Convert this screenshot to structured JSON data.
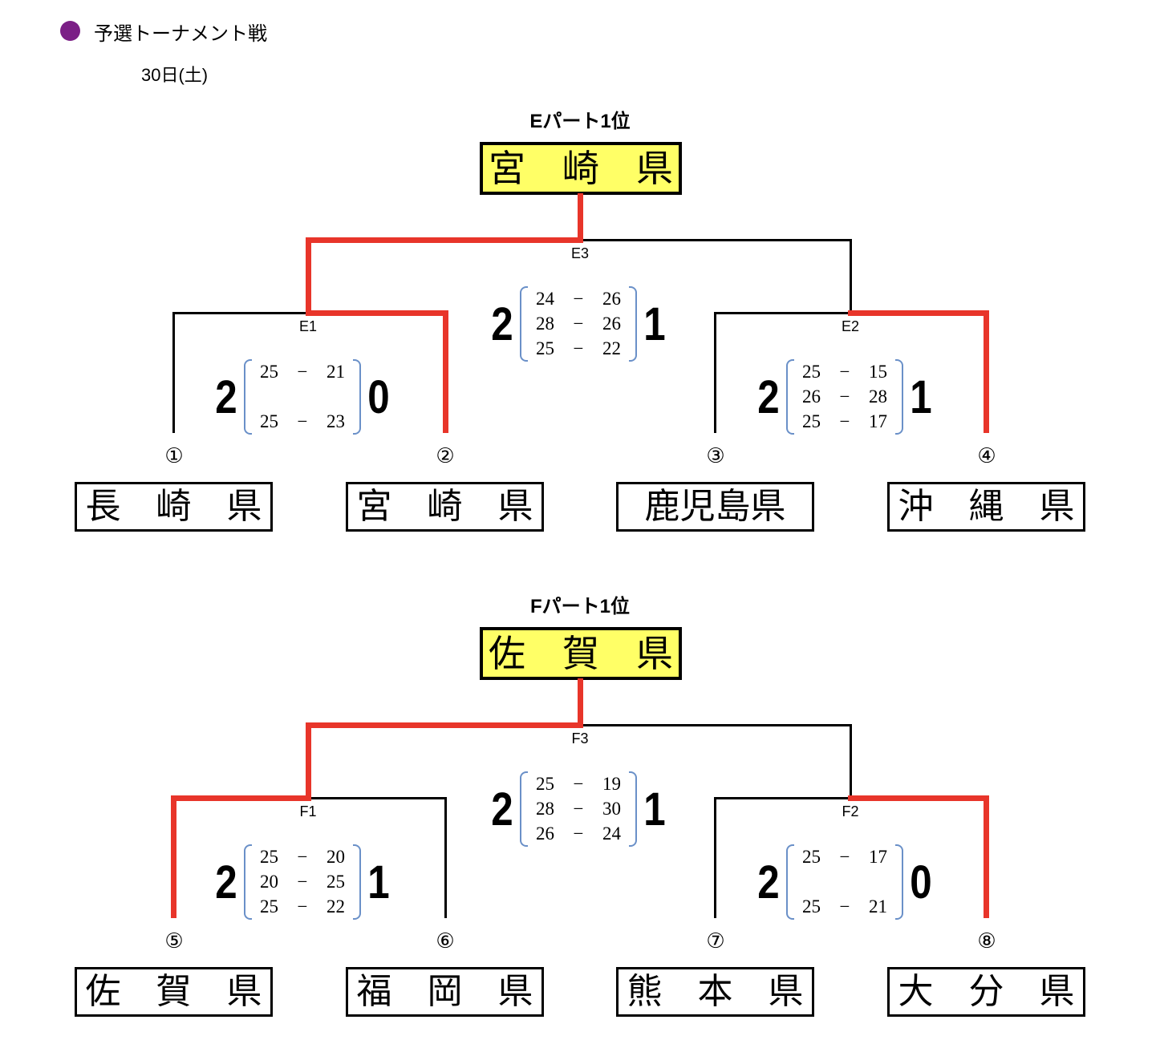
{
  "header": {
    "title": "予選トーナメント戦",
    "date": "30日(土)"
  },
  "colors": {
    "winner_line": "#e8352a",
    "line": "#000000",
    "champion_bg": "#ffff66",
    "bullet": "#7b1f86",
    "brace": "#6a90c8"
  },
  "brackets": [
    {
      "title": "Eパート1位",
      "champion": "宮　崎　県",
      "teams": [
        {
          "seed": "①",
          "name": "長　崎　県"
        },
        {
          "seed": "②",
          "name": "宮　崎　県"
        },
        {
          "seed": "③",
          "name": "鹿児島県"
        },
        {
          "seed": "④",
          "name": "沖　縄　県"
        }
      ],
      "matches": {
        "left": {
          "label": "E1",
          "winner": "right",
          "score_left": "2",
          "score_right": "0",
          "sets": [
            [
              "25",
              "21"
            ],
            [
              "25",
              "23"
            ]
          ]
        },
        "right": {
          "label": "E2",
          "winner": "right",
          "score_left": "2",
          "score_right": "1",
          "sets": [
            [
              "25",
              "15"
            ],
            [
              "26",
              "28"
            ],
            [
              "25",
              "17"
            ]
          ]
        },
        "final": {
          "label": "E3",
          "winner": "left",
          "score_left": "2",
          "score_right": "1",
          "sets": [
            [
              "24",
              "26"
            ],
            [
              "28",
              "26"
            ],
            [
              "25",
              "22"
            ]
          ]
        }
      }
    },
    {
      "title": "Fパート1位",
      "champion": "佐　賀　県",
      "teams": [
        {
          "seed": "⑤",
          "name": "佐　賀　県"
        },
        {
          "seed": "⑥",
          "name": "福　岡　県"
        },
        {
          "seed": "⑦",
          "name": "熊　本　県"
        },
        {
          "seed": "⑧",
          "name": "大　分　県"
        }
      ],
      "matches": {
        "left": {
          "label": "F1",
          "winner": "left",
          "score_left": "2",
          "score_right": "1",
          "sets": [
            [
              "25",
              "20"
            ],
            [
              "20",
              "25"
            ],
            [
              "25",
              "22"
            ]
          ]
        },
        "right": {
          "label": "F2",
          "winner": "right",
          "score_left": "2",
          "score_right": "0",
          "sets": [
            [
              "25",
              "17"
            ],
            [
              "25",
              "21"
            ]
          ]
        },
        "final": {
          "label": "F3",
          "winner": "left",
          "score_left": "2",
          "score_right": "1",
          "sets": [
            [
              "25",
              "19"
            ],
            [
              "28",
              "30"
            ],
            [
              "26",
              "24"
            ]
          ]
        }
      }
    }
  ]
}
